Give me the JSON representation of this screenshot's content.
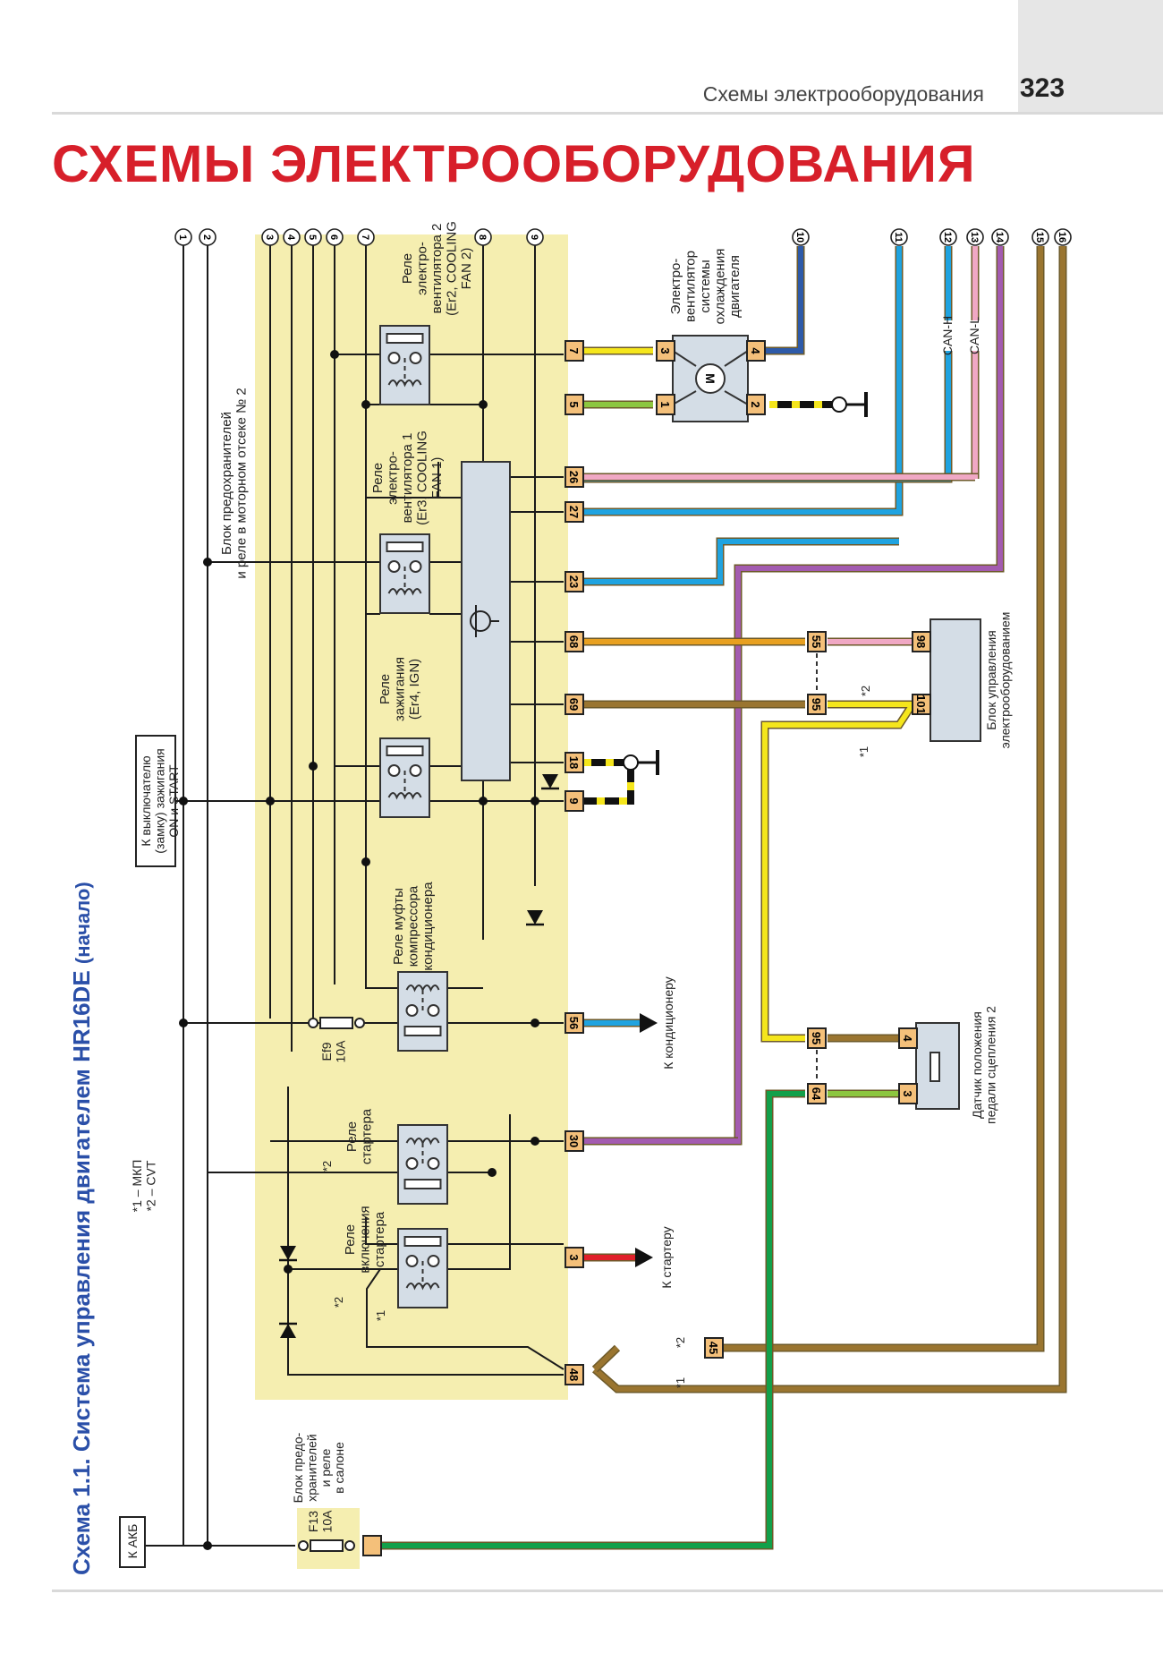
{
  "header": {
    "running_title": "Схемы электрооборудования",
    "page_number": "323",
    "main_title": "СХЕМЫ ЭЛЕКТРООБОРУДОВАНИЯ"
  },
  "diagram": {
    "caption_prefix": "Схема 1.1. Система управления двигателем HR16DE",
    "caption_suffix": "(начало)",
    "footnotes": [
      "*1 – МКП",
      "*2 – CVT"
    ],
    "wire_numbers": [
      "1",
      "2",
      "3",
      "4",
      "5",
      "6",
      "7",
      "8",
      "9",
      "10",
      "11",
      "12",
      "13",
      "14",
      "15",
      "16"
    ],
    "colors": {
      "yellow": "#f5e61c",
      "light_green": "#8cc63f",
      "dark_blue": "#2e5aa8",
      "cyan": "#1fa3e0",
      "pink": "#f0a8c4",
      "violet": "#a35bb0",
      "brown": "#9a7530",
      "orange": "#e8a020",
      "red": "#e0202a",
      "green": "#12a04a",
      "block_bg": "#f5eeb0",
      "component_bg": "#d4dde6",
      "connector_bg": "#f4c07a",
      "title_red": "#d71f2a",
      "caption_blue": "#2a4fa8"
    },
    "labels": {
      "fuse_block_engine": [
        "Блок предохранителей",
        "и реле в моторном отсеке № 2"
      ],
      "ignition_switch": [
        "К выключателю",
        "(замку) зажигания",
        "ON и START"
      ],
      "relay_fan2": [
        "Реле",
        "электро-",
        "вентилятора 2",
        "(Er2, COOLING",
        "FAN 2)"
      ],
      "relay_fan1": [
        "Реле",
        "электро-",
        "вентилятора 1",
        "(Er3, COOLING",
        "FAN 1)"
      ],
      "relay_ign": [
        "Реле",
        "зажигания",
        "(Er4, IGN)"
      ],
      "relay_ac": [
        "Реле муфты",
        "компрессора",
        "кондиционера"
      ],
      "fuse_ef9": [
        "Ef9",
        "10A"
      ],
      "relay_starter": [
        "Реле",
        "стартера"
      ],
      "relay_starter_enable": [
        "Реле",
        "включения",
        "стартера"
      ],
      "fan_motor": [
        "Электро-",
        "вентилятор",
        "системы",
        "охлаждения",
        "двигателя"
      ],
      "motor_symbol": "M",
      "can_h": "CAN-H",
      "can_l": "CAN-L",
      "bcm": [
        "Блок управления",
        "электрооборудованием"
      ],
      "clutch_sensor": [
        "Датчик положения",
        "педали сцепления 2"
      ],
      "to_ac": "К кондиционеру",
      "to_starter": "К стартеру",
      "to_battery": "К АКБ",
      "cabin_fuse_block": [
        "Блок предо-",
        "хранителей",
        "и реле",
        "в салоне"
      ],
      "fuse_f13": [
        "F13",
        "10A"
      ],
      "note_1": "*1",
      "note_2": "*2"
    },
    "connectors": {
      "fan_relay_out": [
        "7",
        "5"
      ],
      "fan_motor_pins": [
        "3",
        "1",
        "4",
        "2"
      ],
      "can_pins": [
        "26",
        "27",
        "23"
      ],
      "bcm_side": [
        "68",
        "69"
      ],
      "bcm_intermediate": [
        "55",
        "95"
      ],
      "bcm_pins": [
        "98",
        "101"
      ],
      "ground_pins": [
        "18",
        "9"
      ],
      "ac_pin": "56",
      "clutch_intermediate": [
        "95",
        "64"
      ],
      "clutch_pins": [
        "4",
        "3"
      ],
      "starter_relay_pin": "30",
      "starter_pin": "3",
      "starter_common_pin": "48",
      "cvt_pin": "45"
    }
  }
}
